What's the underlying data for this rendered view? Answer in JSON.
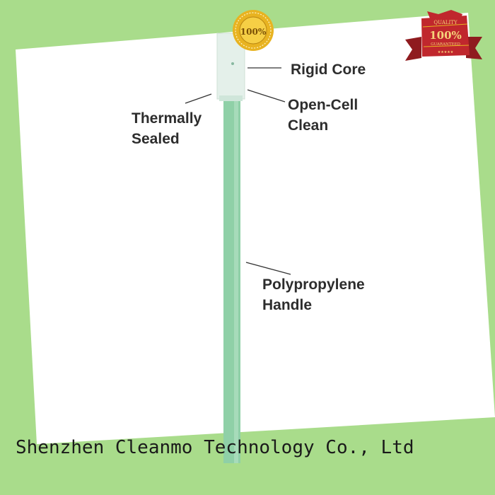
{
  "labels": {
    "rigid_core": "Rigid Core",
    "open_cell": "Open-Cell\nClean",
    "thermally_sealed": "Thermally\nSealed",
    "handle": "Polypropylene\nHandle"
  },
  "watermark": "Shenzhen Cleanmo Technology Co., Ltd",
  "badge": {
    "value": "100%"
  },
  "ribbon": {
    "line1": "QUALITY",
    "value": "100%",
    "line2": "GUARANTEED"
  },
  "colors": {
    "background": "#a9dc8b",
    "swab_handle": "#8fd0a7",
    "swab_head": "#e4f0ea",
    "ribbon": "#c0272d",
    "badge": "#e8b321"
  }
}
